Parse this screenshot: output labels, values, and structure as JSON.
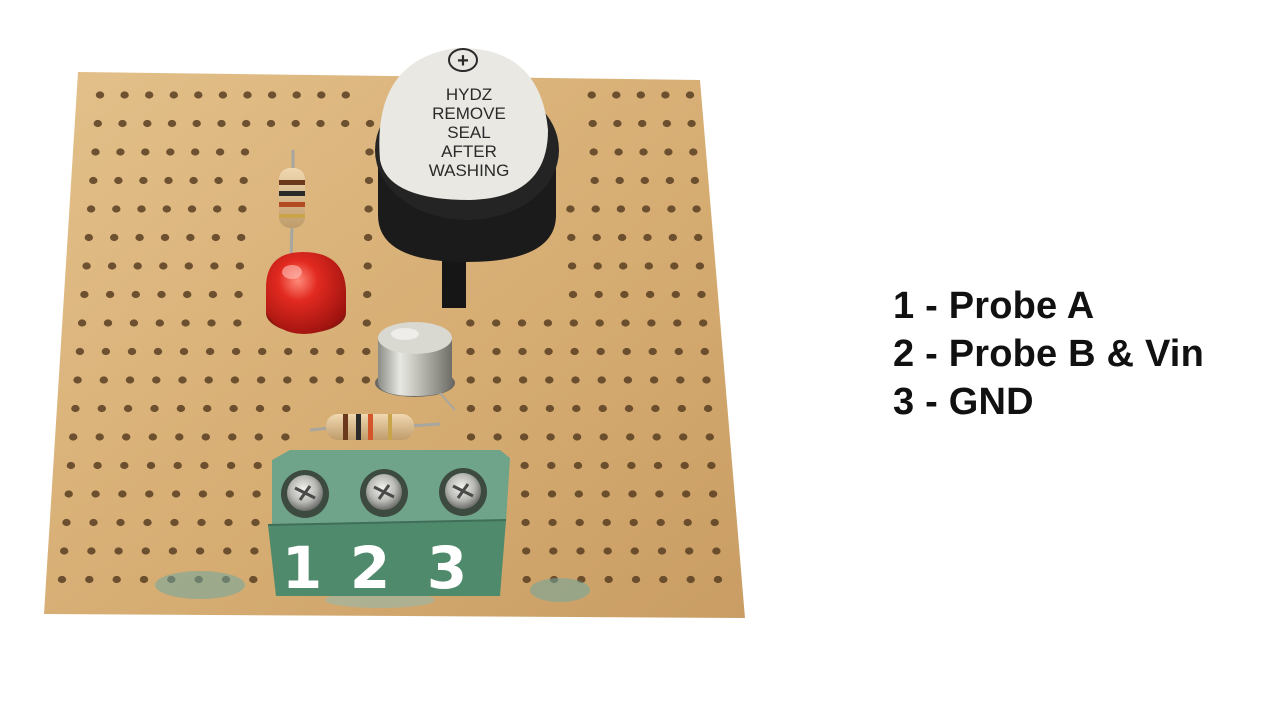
{
  "buzzer_label": {
    "symbol": "+",
    "lines": [
      "HYDZ",
      "REMOVE",
      "SEAL",
      "AFTER",
      "WASHING"
    ]
  },
  "terminal_block": {
    "pins": [
      "1",
      "2",
      "3"
    ]
  },
  "legend": {
    "items": [
      "1 - Probe A",
      "2 - Probe B & Vin",
      "3 - GND"
    ]
  },
  "colors": {
    "background": "#ffffff",
    "board": "#d8b27a",
    "led": "#d4241f",
    "terminal_block": "#5e9479",
    "buzzer": "#1b1b1b",
    "legend_text": "#111111"
  }
}
